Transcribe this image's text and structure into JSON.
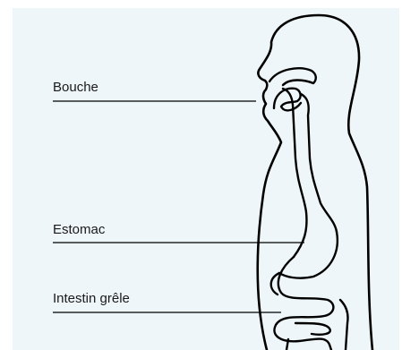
{
  "labels": {
    "mouth": "Bouche",
    "stomach": "Estomac",
    "small_intestine": "Intestin grêle"
  },
  "colors": {
    "background": "#eef6f9",
    "line": "#000000"
  }
}
